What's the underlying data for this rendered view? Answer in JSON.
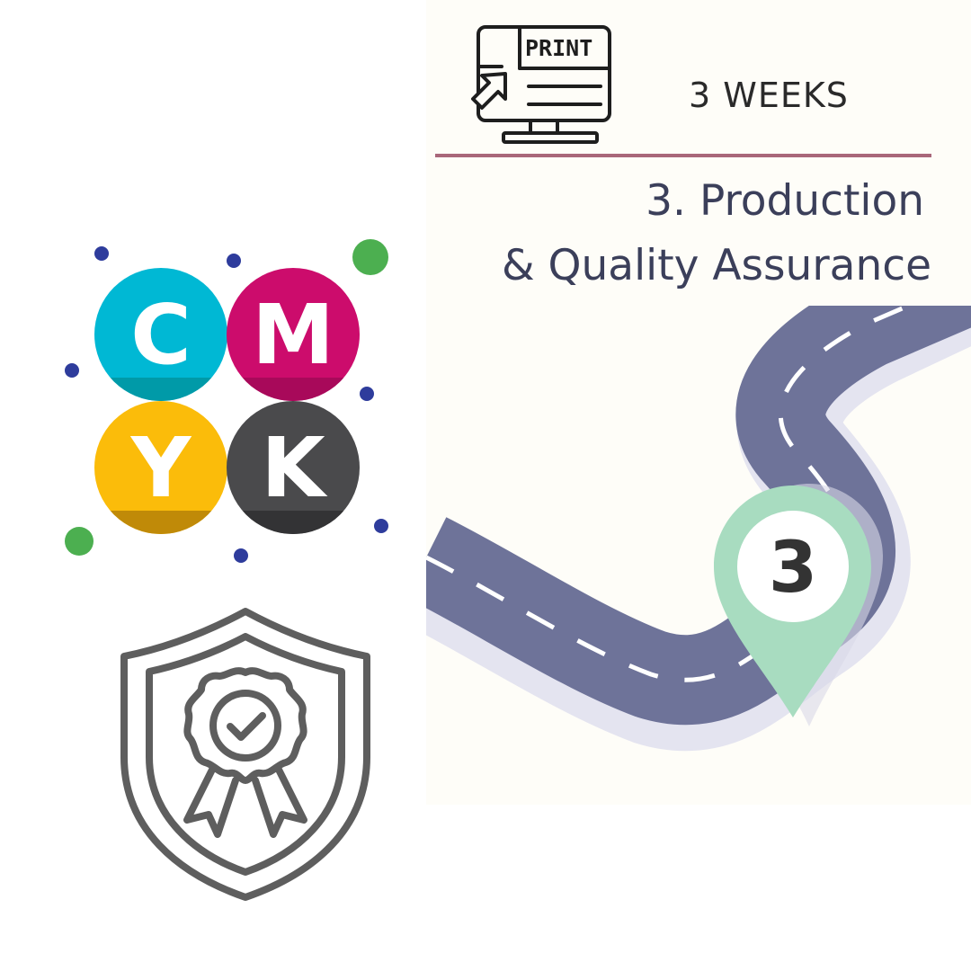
{
  "print_icon": {
    "word": "PRINT"
  },
  "duration": {
    "label": "3 WEEKS"
  },
  "step": {
    "title_line_1": "3. Production",
    "title_line_2": "& Quality Assurance",
    "pin_number": "3"
  },
  "cmyk": {
    "letters": [
      "C",
      "M",
      "Y",
      "K"
    ],
    "colors": {
      "cyan": "#00b8d4",
      "magenta": "#cc0c6c",
      "yellow": "#fbbc0a",
      "black": "#4a4a4c"
    }
  },
  "colors": {
    "road": "#6e7399",
    "road_shadow": "#e4e4f0",
    "pin": "#a8dcc0",
    "divider": "#a9677a",
    "title_text": "#3b3f5a",
    "icon_stroke": "#5e5e5e",
    "dot_blue": "#2e3c9c",
    "dot_green": "#4caf50"
  },
  "icons": {
    "print_monitor": "print-monitor-icon",
    "quality_shield": "quality-shield-badge-icon",
    "cmyk_logo": "cmyk-logo",
    "map_pin": "map-pin-icon",
    "road": "road-illustration"
  }
}
